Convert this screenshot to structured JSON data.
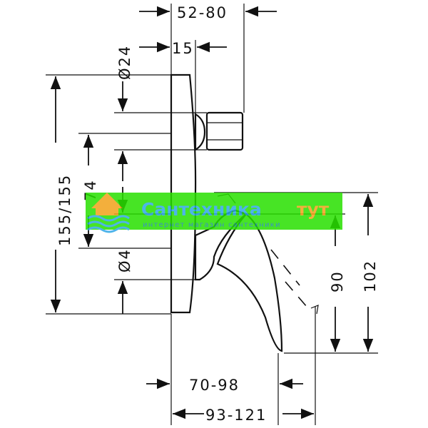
{
  "dimensions": {
    "top_width": "52-80",
    "top_offset": "15",
    "diameter_top": "Ø24",
    "height_total": "155/155",
    "height_inner": "74",
    "diameter_bottom": "Ø4",
    "right_outer": "102",
    "right_inner": "90",
    "bottom_inner": "70-98",
    "bottom_outer": "93-121"
  },
  "watermark": {
    "title_part1": "Сантехника",
    "title_part2": "тут",
    "subtitle": "интернет магазин сантехники",
    "colors": {
      "band": "#28e000",
      "title": "#2ea8e6",
      "accent": "#f2a21b"
    }
  }
}
